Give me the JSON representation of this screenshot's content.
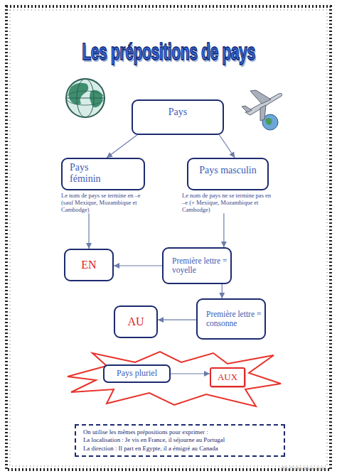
{
  "diagram": {
    "title": "Les prépositions de pays",
    "nodes": [
      {
        "text": [
          "Pays"
        ]
      },
      {
        "text": [
          "Pays féminin",
          "Le nom de pays se termine en –e (sauf Mexique, Mozambique et Cambodge)"
        ]
      },
      {
        "text": [
          "Pays masculin",
          "Le nom de pays ne se termine pas en –e (+ Mexique, Mozambique et Cambodge)"
        ]
      },
      {
        "text": [
          "EN"
        ]
      },
      {
        "text": [
          "Première lettre = voyelle"
        ]
      },
      {
        "text": [
          "AU"
        ]
      },
      {
        "text": [
          "Première lettre = consonne"
        ]
      },
      {
        "text": [
          "Pays pluriel"
        ]
      },
      {
        "text": [
          "AUX"
        ]
      },
      {
        "text": [
          "On utilise les mêmes prépositions pour exprimer :",
          "La localisation : Je vis en France, il séjourne au Portugal",
          "La direction : Il part en Egypte, il a émigré au Canada"
        ]
      }
    ],
    "edges": [
      {
        "from": 0,
        "to": 1,
        "arrow": "to"
      },
      {
        "from": 0,
        "to": 2,
        "arrow": "to"
      },
      {
        "from": 1,
        "to": 3,
        "arrow": "to"
      },
      {
        "from": 2,
        "to": 4,
        "arrow": "to"
      },
      {
        "from": 4,
        "to": 3,
        "arrow": "to"
      },
      {
        "from": 4,
        "to": 6,
        "arrow": "to"
      },
      {
        "from": 6,
        "to": 5,
        "arrow": "to"
      },
      {
        "from": 7,
        "to": 8,
        "arrow": "to"
      }
    ],
    "labels": [
      "ISLCollective.com"
    ]
  }
}
